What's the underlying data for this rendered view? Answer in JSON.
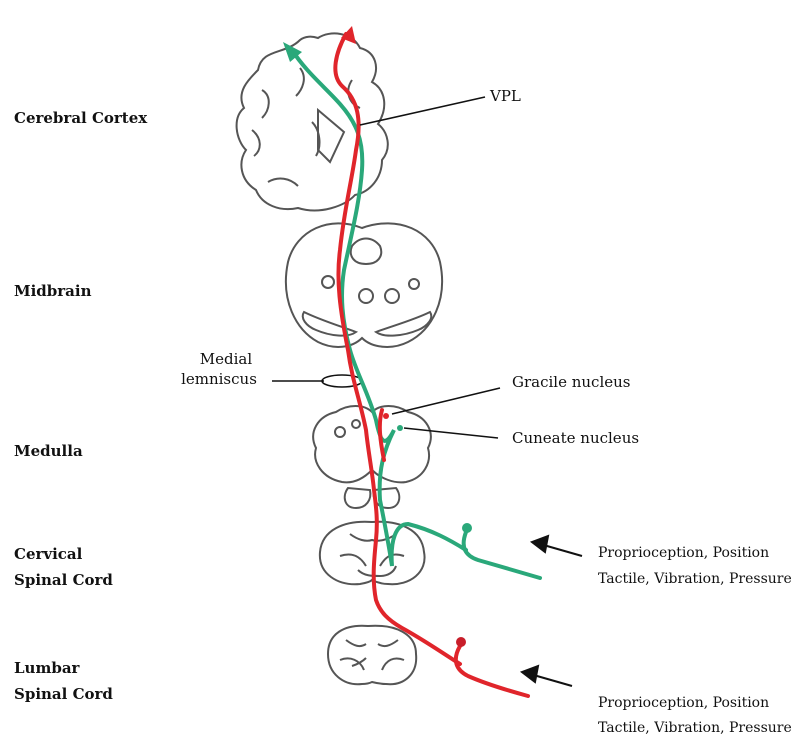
{
  "levels": {
    "cerebral_cortex": "Cerebral Cortex",
    "midbrain": "Midbrain",
    "medulla": "Medulla",
    "cervical_line1": "Cervical",
    "cervical_line2": "Spinal Cord",
    "lumbar_line1": "Lumbar",
    "lumbar_line2": "Spinal Cord"
  },
  "annotations": {
    "vpl": "VPL",
    "medial_lemniscus_line1": "Medial",
    "medial_lemniscus_line2": "lemniscus",
    "gracile_nucleus": "Gracile nucleus",
    "cuneate_nucleus": "Cuneate nucleus"
  },
  "modalities": {
    "cervical": {
      "line1": "Proprioception, Position",
      "line2": "Tactile, Vibration, Pressure"
    },
    "lumbar": {
      "line1": "Proprioception, Position",
      "line2": "Tactile, Vibration, Pressure"
    }
  },
  "colors": {
    "red_pathway": "#e0252b",
    "green_pathway": "#2aa87a",
    "outline": "#555555",
    "pointer": "#111111"
  }
}
